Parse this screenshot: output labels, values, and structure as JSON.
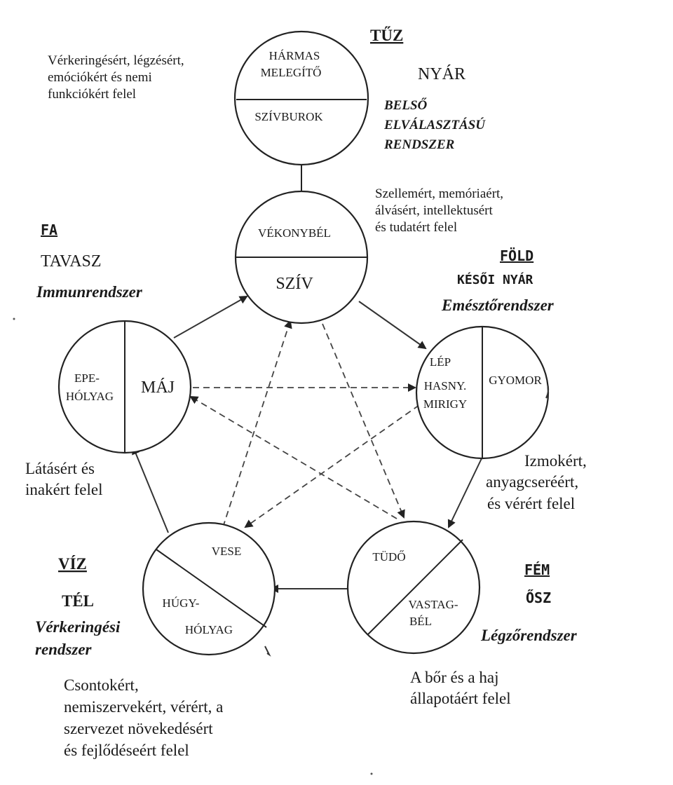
{
  "elements": {
    "fire": {
      "name": "TŰZ",
      "season": "NYÁR",
      "system_lines": [
        "BELSŐ",
        "ELVÁLASZTÁSÚ",
        "RENDSZER"
      ],
      "top_circle": {
        "upper_lines": [
          "HÁRMAS",
          "MELEGÍTŐ"
        ],
        "lower": "SZÍVBUROK"
      },
      "main_circle": {
        "upper": "VÉKONYBÉL",
        "lower": "SZÍV"
      },
      "note_top_lines": [
        "Vérkeringésért, légzésért,",
        "emóciókért és nemi",
        "funkciókért felel"
      ],
      "note_main_lines": [
        "Szellemért, memóriaért,",
        "álvásért, intellektusért",
        "és tudatért felel"
      ]
    },
    "wood": {
      "name": "FA",
      "season": "TAVASZ",
      "system": "Immunrendszer",
      "circle": {
        "left_lines": [
          "EPE-",
          "HÓLYAG"
        ],
        "right": "MÁJ"
      },
      "note_lines": [
        "Látásért és",
        "inakért felel"
      ]
    },
    "earth": {
      "name": "FÖLD",
      "season": "KÉSŐI NYÁR",
      "system": "Emésztőrendszer",
      "circle": {
        "left_lines": [
          "LÉP",
          "HASNY.",
          "MIRIGY"
        ],
        "right": "GYOMOR"
      },
      "note_lines": [
        "Izmokért,",
        "anyagcseréért,",
        "és vérért felel"
      ]
    },
    "water": {
      "name": "VÍZ",
      "season": "TÉL",
      "system_lines": [
        "Vérkeringési",
        "rendszer"
      ],
      "circle": {
        "upper": "VESE",
        "lower_lines": [
          "HÚGY-",
          "HÓLYAG"
        ]
      },
      "note_lines": [
        "Csontokért,",
        "nemiszervekért, vérért, a",
        "szervezet növekedésért",
        "és fejlődéseért felel"
      ]
    },
    "metal": {
      "name": "FÉM",
      "season": "ŐSZ",
      "system": "Légzőrendszer",
      "circle": {
        "upper": "TÜDŐ",
        "lower_lines": [
          "VASTAG-",
          "BÉL"
        ]
      },
      "note_lines": [
        "A bőr és a haj",
        "állapotáért felel"
      ]
    }
  }
}
